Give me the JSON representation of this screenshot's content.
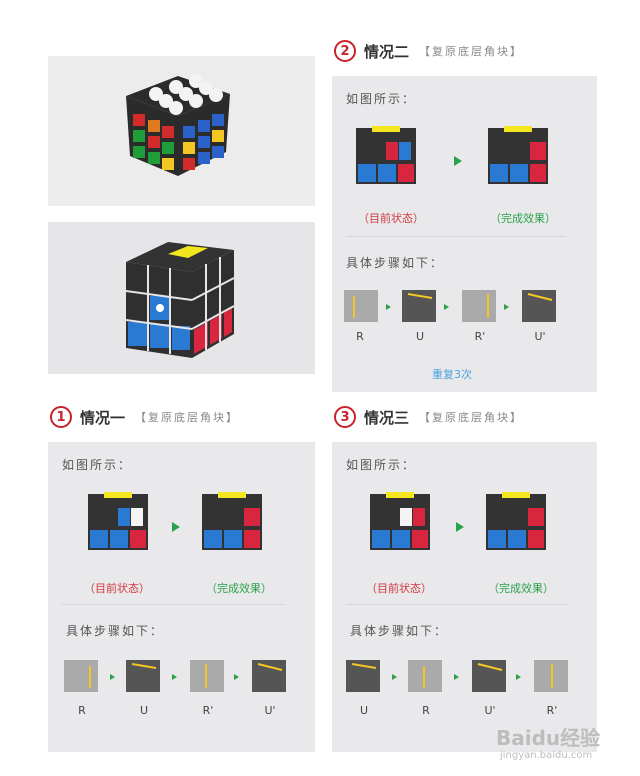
{
  "sec2": {
    "number": "2",
    "title": "情况二",
    "subtitle": "【复原底层角块】"
  },
  "sec1": {
    "number": "1",
    "title": "情况一",
    "subtitle": "【复原底层角块】"
  },
  "sec3": {
    "number": "3",
    "title": "情况三",
    "subtitle": "【复原底层角块】"
  },
  "common": {
    "as_shown": "如图所示：",
    "current": "（目前状态）",
    "done": "（完成效果）",
    "steps": "具体步骤如下："
  },
  "sec2_moves": [
    "R",
    "U",
    "R'",
    "U'"
  ],
  "sec2_repeat": "重复3次",
  "sec1_moves": [
    "R",
    "U",
    "R'",
    "U'"
  ],
  "sec3_moves": [
    "U",
    "R",
    "U'",
    "R'"
  ],
  "watermark": {
    "brand": "Baidu经验",
    "url": "jingyan.baidu.com"
  },
  "colors": {
    "accent_red": "#c8232c",
    "green": "#2aa24a",
    "blue_text": "#4aa3df"
  }
}
